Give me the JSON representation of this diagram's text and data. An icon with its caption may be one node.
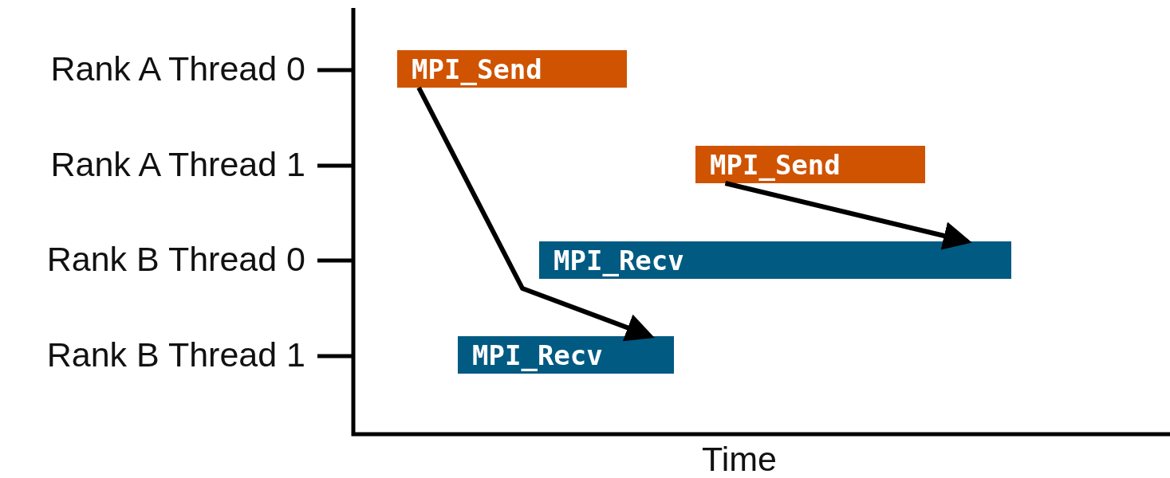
{
  "diagram": {
    "nodes": [
      {
        "text": [
          "MPI_Send"
        ]
      },
      {
        "text": [
          "MPI_Send"
        ]
      },
      {
        "text": [
          "MPI_Recv"
        ]
      },
      {
        "text": [
          "MPI_Recv"
        ]
      }
    ],
    "edges": [
      {
        "from": 0,
        "to": 3,
        "arrow": "to"
      },
      {
        "from": 1,
        "to": 2,
        "arrow": "to"
      }
    ],
    "labels": [
      "Rank A Thread 0",
      "Rank A Thread 1",
      "Rank B Thread 0",
      "Rank B Thread 1",
      "Time"
    ]
  }
}
